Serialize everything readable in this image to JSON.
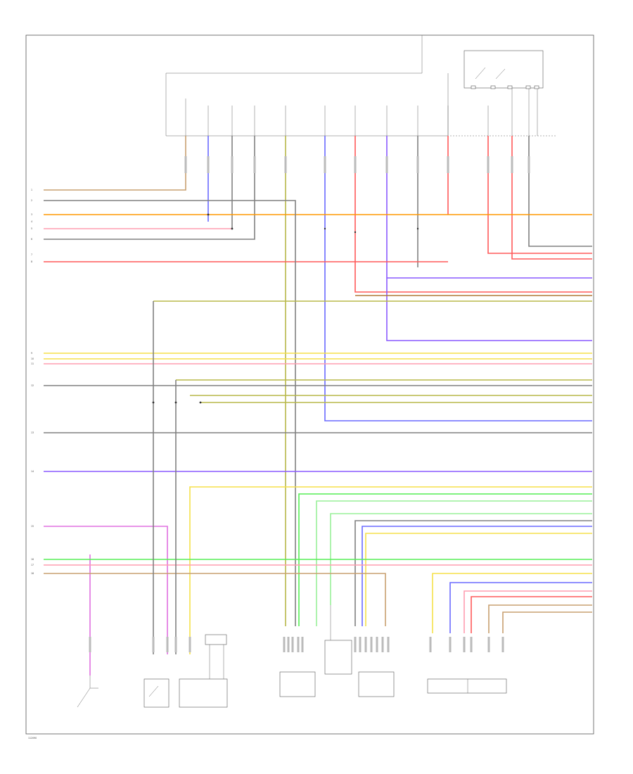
{
  "diagram": {
    "figure_id": "112090",
    "fuse_box_label": "",
    "relay_box_label": "",
    "left_connector_numbers": [
      "1",
      "2",
      "3",
      "4",
      "5",
      "6",
      "7",
      "8",
      "9",
      "10",
      "11",
      "12",
      "13",
      "14",
      "15",
      "16",
      "17",
      "18"
    ],
    "components": [
      {
        "id": "brake-pedal-switch",
        "label": ""
      },
      {
        "id": "electrical-brake-switch",
        "label": ""
      },
      {
        "id": "flywheel-sensor",
        "label": ""
      },
      {
        "id": "engine-sensor-1",
        "label": ""
      },
      {
        "id": "engine-sensor-2",
        "label": ""
      },
      {
        "id": "connector-group",
        "label": ""
      }
    ],
    "colors": {
      "orange": "#ff9900",
      "red": "#ff5a5a",
      "pink": "#ff9db0",
      "blue": "#6a6aff",
      "violet": "#8a5aff",
      "yellow": "#f5e14a",
      "olive": "#b8b84a",
      "green": "#55ee55",
      "lightgreen": "#99f099",
      "magenta": "#e070e0",
      "gray": "#808080",
      "tan": "#c8a070",
      "brown": "#b07a3a"
    }
  }
}
